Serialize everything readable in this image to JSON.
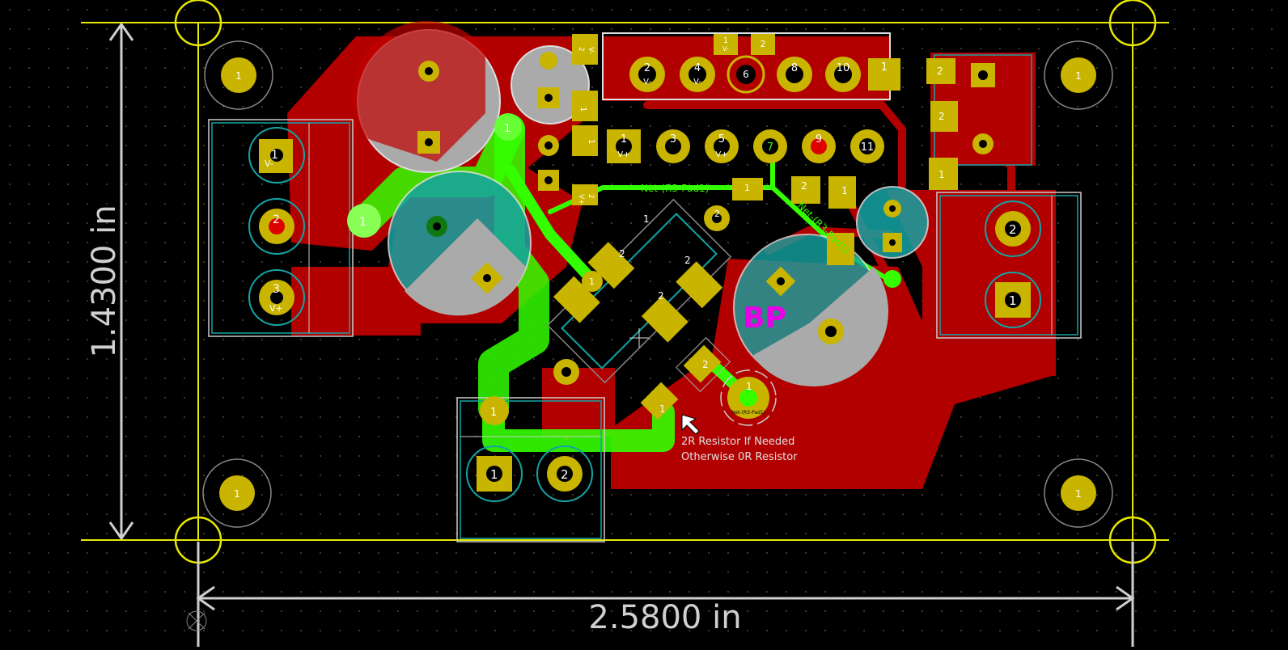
{
  "dimensions": {
    "height_label": "1.4300 in",
    "width_label": "2.5800 in"
  },
  "note": {
    "line1": "2R Resistor If Needed",
    "line2": "Otherwise 0R Resistor"
  },
  "silk_text": "BP",
  "nets": {
    "r3_pad1_a": "Net-(R3-Pad1)",
    "r3_pad1_b": "Net-(R3-Pad1)",
    "r3_pad1_small": "Net-(R3-Pad1)"
  },
  "mounting_holes": {
    "pad": "1"
  },
  "connector_top": {
    "pins": [
      "2",
      "4",
      "6",
      "8",
      "10",
      "1"
    ],
    "upper_pins": [
      "1",
      "2"
    ],
    "sub_a": "V-",
    "sub_b": "V-"
  },
  "connector_mid": {
    "pins": [
      "1",
      "3",
      "5",
      "7",
      "9",
      "11"
    ],
    "sub_1": "V+",
    "sub_5": "V+"
  },
  "terminal_left": {
    "pins": [
      "1",
      "2",
      "3"
    ],
    "sub_1": "V-",
    "sub_3": "V+"
  },
  "terminal_bottom": {
    "pins": [
      "1",
      "2"
    ]
  },
  "terminal_right": {
    "pins": [
      "2",
      "1"
    ]
  },
  "small_pads": {
    "p1": "1",
    "p2": "2",
    "v_minus": "V-",
    "v_plus": "V+"
  },
  "colors": {
    "copper_back": "#cc0000",
    "highlight": "#33ff00",
    "pad": "#c9b400",
    "outline": "#e8e800",
    "silk": "#e0e0e0",
    "courtyard": "#14a4a4",
    "bp": "#e600e6"
  }
}
